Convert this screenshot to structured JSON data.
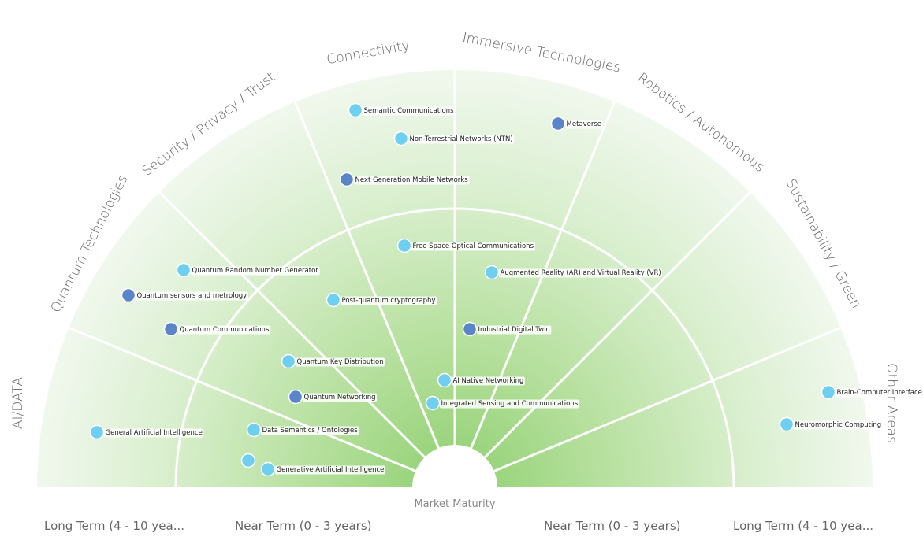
{
  "categories": [
    {
      "name": "AI/DATA"
    },
    {
      "name": "Quantum Technologies"
    },
    {
      "name": "Security / Privacy / Trust"
    },
    {
      "name": "Connectivity"
    },
    {
      "name": "Immersive Technologies"
    },
    {
      "name": "Robotics / Autonomous"
    },
    {
      "name": "Sustainability / Green"
    },
    {
      "name": "Other Areas"
    }
  ],
  "center_label": "Market Maturity",
  "horizon_labels": {
    "left_long": "Long Term (4 - 10 yea...",
    "left_near": "Near Term (0 - 3 years)",
    "right_near": "Near Term (0 - 3 years)",
    "right_long": "Long Term (4 - 10 yea..."
  },
  "colors": {
    "light_blue": "#6ecff0",
    "dark_blue": "#5b85c9",
    "green_inner": "#9ed67f",
    "green_outer": "#eef6ea",
    "divider": "#ffffff"
  },
  "blips": [
    {
      "label": "Semantic Communications",
      "tone": "light"
    },
    {
      "label": "Non-Terrestrial Networks (NTN)",
      "tone": "light"
    },
    {
      "label": "Next Generation Mobile Networks",
      "tone": "dark"
    },
    {
      "label": "Metaverse",
      "tone": "dark"
    },
    {
      "label": "Free Space Optical Communications",
      "tone": "light"
    },
    {
      "label": "Augmented Reality (AR) and Virtual Reality (VR)",
      "tone": "light"
    },
    {
      "label": "Quantum Random Number Generator",
      "tone": "light"
    },
    {
      "label": "Quantum sensors and metrology",
      "tone": "dark"
    },
    {
      "label": "Post-quantum cryptography",
      "tone": "light"
    },
    {
      "label": "Quantum Communications",
      "tone": "dark"
    },
    {
      "label": "Industrial Digital Twin",
      "tone": "dark"
    },
    {
      "label": "Quantum Key Distribution",
      "tone": "light"
    },
    {
      "label": "AI Native Networking",
      "tone": "light"
    },
    {
      "label": "Quantum Networking",
      "tone": "dark"
    },
    {
      "label": "Integrated Sensing and Communications",
      "tone": "light"
    },
    {
      "label": "Brain-Computer Interface",
      "tone": "light"
    },
    {
      "label": "General Artificial Intelligence",
      "tone": "light"
    },
    {
      "label": "Data Semantics / Ontologies",
      "tone": "light"
    },
    {
      "label": "Neuromorphic Computing",
      "tone": "light"
    },
    {
      "label": "",
      "tone": "light"
    },
    {
      "label": "Generative Artificial Intelligence",
      "tone": "light"
    }
  ]
}
